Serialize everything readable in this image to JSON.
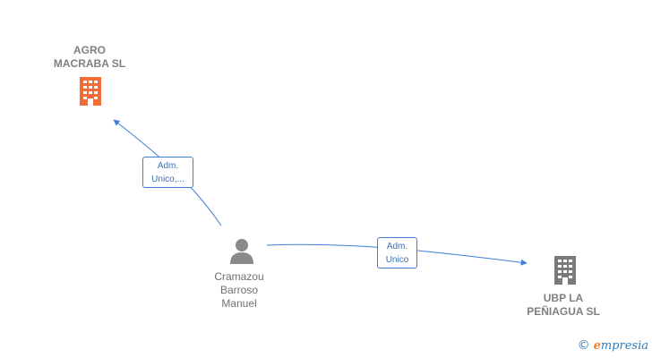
{
  "nodes": {
    "agro": {
      "label": "AGRO\nMACRABA  SL",
      "icon": "building-icon",
      "color": "#f26a35"
    },
    "ubp": {
      "label": "UBP LA\nPEÑIAGUA  SL",
      "icon": "building-icon",
      "color": "#7a7a7a"
    },
    "person": {
      "label": "Cramazou\nBarroso\nManuel",
      "icon": "person-icon",
      "color": "#8a8a8a"
    }
  },
  "edges": {
    "to_agro": {
      "label": "Adm.\nUnico,..."
    },
    "to_ubp": {
      "label": "Adm.\nUnico"
    }
  },
  "colors": {
    "edge": "#3f7fd6",
    "accent": "#f26a35"
  },
  "brand": {
    "copyright": "©",
    "initial": "e",
    "rest": "mpresia"
  }
}
